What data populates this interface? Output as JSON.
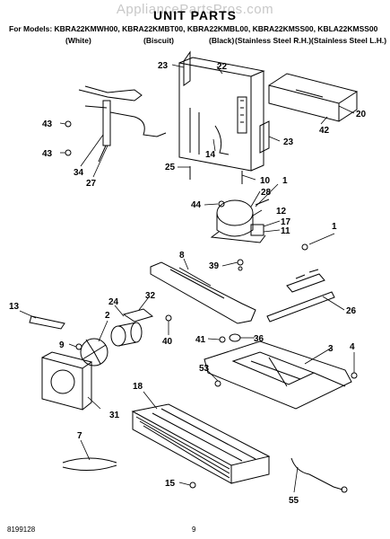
{
  "watermark": "AppliancePartsPros.com",
  "title": "UNIT PARTS",
  "models_line": "For Models: KBRA22KMWH00, KBRA22KMBT00, KBRA22KMBL00, KBRA22KMSS00, KBLA22KMSS00",
  "variants": [
    "(White)",
    "(Biscuit)",
    "(Black)",
    "(Stainless Steel R.H.)(Stainless Steel L.H.)"
  ],
  "doc_number": "8199128",
  "page_number": "9",
  "callouts": [
    "23",
    "22",
    "43",
    "20",
    "42",
    "43",
    "23",
    "34",
    "27",
    "14",
    "25",
    "10",
    "44",
    "1",
    "28",
    "12",
    "17",
    "11",
    "1",
    "8",
    "39",
    "32",
    "13",
    "24",
    "2",
    "26",
    "9",
    "40",
    "41",
    "36",
    "3",
    "4",
    "53",
    "18",
    "31",
    "7",
    "15",
    "55"
  ]
}
